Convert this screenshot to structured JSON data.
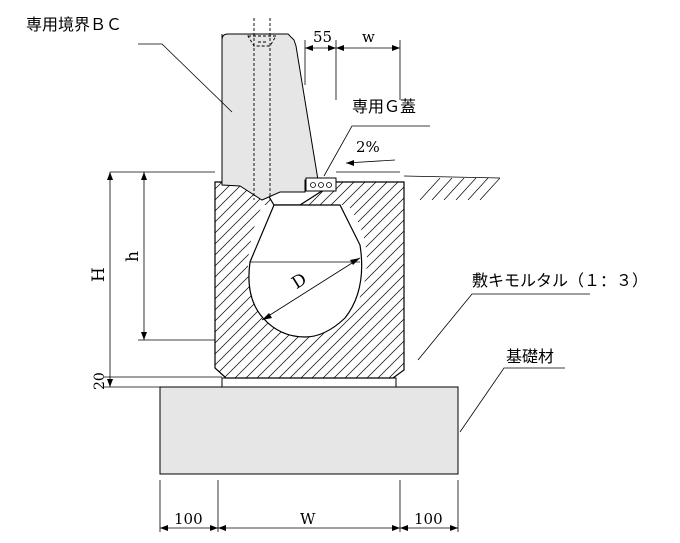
{
  "labels": {
    "curb_block": "専用境界ＢＣ",
    "grating_cover": "専用Ｇ蓋",
    "bedding_mortar": "敷キモルタル（１：３）",
    "foundation": "基礎材"
  },
  "dimensions": {
    "top_55": "55",
    "top_w": "w",
    "slope": "2%",
    "height_H": "H",
    "height_h": "h",
    "diameter_D": "D",
    "mortar_20": "20",
    "bottom_left_100": "100",
    "bottom_W": "W",
    "bottom_right_100": "100"
  },
  "colors": {
    "stroke": "#000000",
    "fill": "#e6e6e6",
    "background": "#ffffff"
  }
}
